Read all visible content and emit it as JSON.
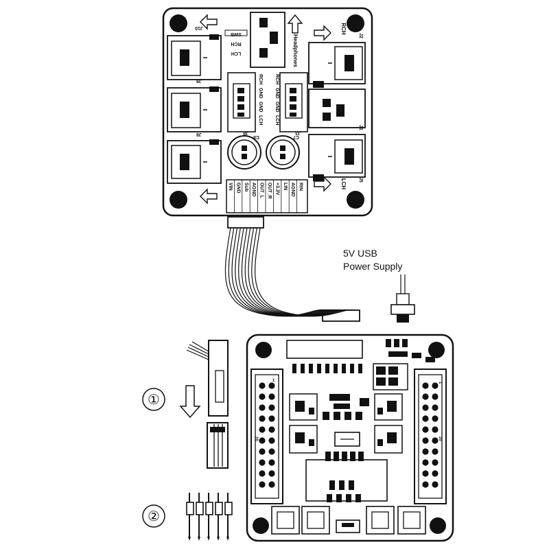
{
  "power_supply": {
    "line1": "5V USB",
    "line2": "Power Supply"
  },
  "steps": [
    {
      "marker": "①"
    },
    {
      "marker": "②"
    }
  ],
  "headphone_board": {
    "label_headphones": "Headphones",
    "label_swb": "SWB",
    "label_rch_top": "RCH",
    "label_lch_top": "LCH",
    "label_rch_right": "RCH",
    "label_lch_right": "LCH",
    "jack_labels": [
      "J10",
      "J9",
      "J8",
      "J2",
      "J1",
      "J5"
    ],
    "connector_j8_pins": [
      "RCH",
      "GND",
      "GND",
      "LCH"
    ],
    "connector_j3_pins": [
      "RCH",
      "GND",
      "GND",
      "LCH"
    ],
    "connector_j8_label": "J8",
    "connector_j3_label": "J3",
    "cap_labels": [
      "C8",
      "C7"
    ],
    "header_pins": [
      "VIN",
      "GND",
      "Sub",
      "AGND",
      "OUT_L",
      "OUT_R",
      "+3.3V",
      "LIN",
      "AGND",
      "RIN"
    ]
  },
  "main_board": {
    "left_header_numbers": [
      "1",
      "20"
    ],
    "right_header_numbers": [
      "1",
      "20"
    ]
  }
}
